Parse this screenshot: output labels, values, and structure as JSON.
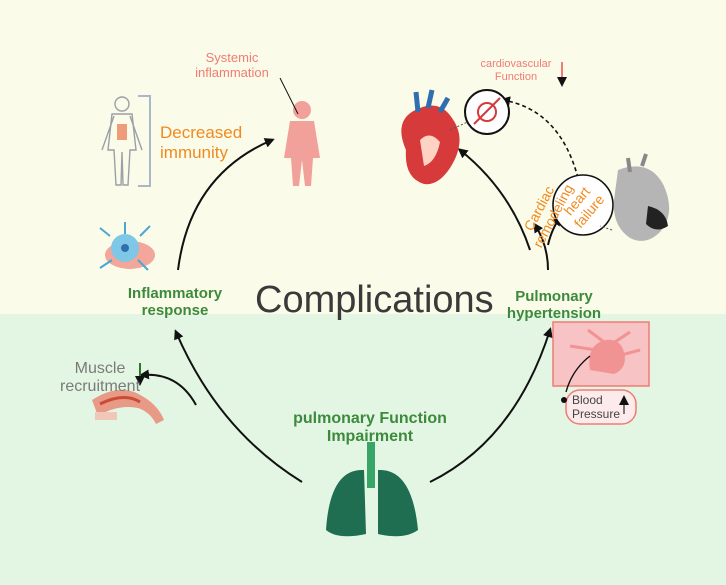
{
  "title": "Complications",
  "center": {
    "line1": "pulmonary Function",
    "line2": "Impairment"
  },
  "left": {
    "inflammatory_line1": "Inflammatory",
    "inflammatory_line2": "response",
    "muscle_line1": "Muscle",
    "muscle_line2": "recruitment",
    "immunity_line1": "Decreased",
    "immunity_line2": "immunity",
    "systemic_line1": "Systemic",
    "systemic_line2": "inflammation"
  },
  "right": {
    "pulmonary_line1": "Pulmonary",
    "pulmonary_line2": "hypertension",
    "bp_line1": "Blood",
    "bp_line2": "Pressure",
    "cardio_line1": "cardiovascular",
    "cardio_line2": "Function",
    "remodeling_line1": "Cardiac",
    "remodeling_line2": "remodeling",
    "hf_line1": "heart",
    "hf_line2": "failure"
  },
  "colors": {
    "top_bg": "#fbfbe9",
    "bottom_bg": "#e3f6e3",
    "green_text": "#3d8a3d",
    "orange_text": "#f08a1e",
    "salmon_text": "#f07c74",
    "lung": "#1f6e52",
    "heart_red": "#d63a3a"
  },
  "icons": [
    "human-outline-icon",
    "human-red-icon",
    "immune-cells-icon",
    "muscle-arm-icon",
    "lungs-icon",
    "heart-icon",
    "grey-heart-icon",
    "pulmonary-artery-icon",
    "trend-down-icon",
    "trend-up-icon"
  ]
}
